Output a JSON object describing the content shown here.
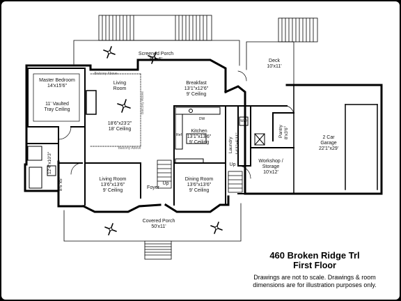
{
  "title": {
    "address": "460 Broken Ridge Trl",
    "floor": "First Floor",
    "disclaimer_line1": "Drawings are not to scale. Drawings & room",
    "disclaimer_line2": "dimensions are for illustration purposes only."
  },
  "rooms": {
    "screened_porch": {
      "name": "Screened Porch",
      "dims": "50'x6'"
    },
    "deck": {
      "name": "Deck",
      "dims": "10'x11'"
    },
    "master_bedroom": {
      "name": "Master Bedroom",
      "dims": "14'x15'6\"",
      "note1": "11' Vaulted",
      "note2": "Tray Ceiling"
    },
    "living_room_upper": {
      "name": "Living",
      "name2": "Room",
      "dims": "18'6\"x23'2\"",
      "ceiling": "18' Ceiling"
    },
    "breakfast": {
      "name": "Breakfast",
      "dims": "13'1\"x12'6\"",
      "ceiling": "9' Ceiling"
    },
    "kitchen": {
      "name": "Kitchen",
      "dims": "13'1\"x13'6\"",
      "ceiling": "9' Ceiling"
    },
    "laundry": {
      "name": "Laundry",
      "dims": "14'1\"x6'11\""
    },
    "pantry": {
      "name": "Pantry",
      "dims": "8'x3'6\""
    },
    "garage": {
      "name": "2 Car",
      "name2": "Garage",
      "dims": "22'1\"x29'"
    },
    "workshop": {
      "name": "Workshop /",
      "name2": "Storage",
      "dims": "10'x12'"
    },
    "living_room_lower": {
      "name": "Living Room",
      "dims": "13'6\"x13'6\"",
      "ceiling": "9' Ceiling"
    },
    "dining_room": {
      "name": "Dining Room",
      "dims": "13'6\"x13'6\"",
      "ceiling": "9' Ceiling"
    },
    "bath": {
      "dims": "12'4\"x10'3\""
    },
    "closet": {
      "dims": "8'6\"x5'"
    },
    "covered_porch": {
      "name": "Covered Porch",
      "dims": "50'x11'"
    },
    "foyer": {
      "name": "Foyer"
    }
  },
  "annotations": {
    "up_foyer": "Up",
    "up_workshop": "Up",
    "balcony_above_top": "Balcony Above",
    "balcony_above_bottom": "Balcony Above",
    "balcony_above_side": "Balcony Above",
    "dw": "DW",
    "ref": "Ref",
    "wd": "W/D"
  },
  "colors": {
    "background": "#ffffff",
    "walls": "#000000",
    "text": "#111111",
    "frame": "#000000"
  }
}
